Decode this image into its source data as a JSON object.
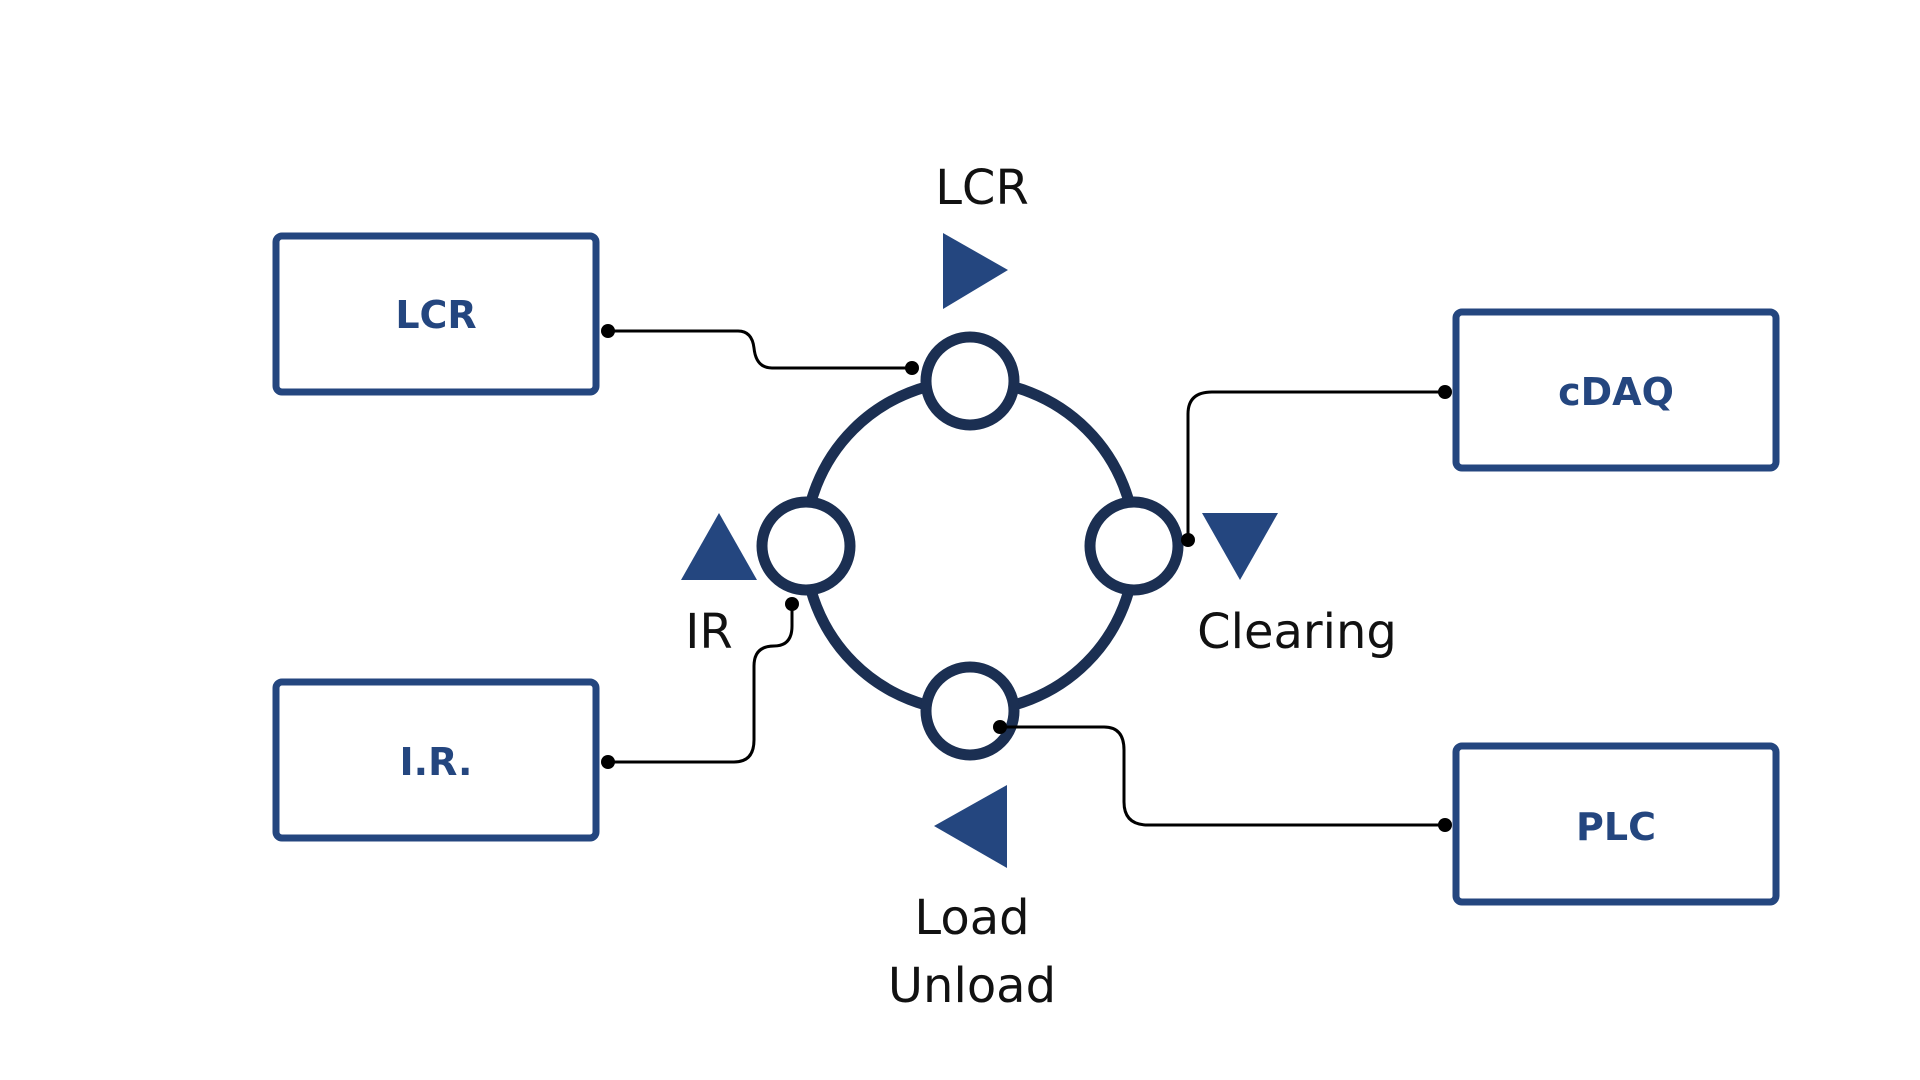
{
  "colors": {
    "box_border": "#24467f",
    "box_text": "#24467f",
    "ring": "#1b2f52",
    "arrow": "#24467f",
    "wire": "#000000",
    "label": "#111111"
  },
  "devices": {
    "lcr": "LCR",
    "ir": "I.R.",
    "cdaq": "cDAQ",
    "plc": "PLC"
  },
  "stations": {
    "top": "LCR",
    "left": "IR",
    "right": "Clearing",
    "bottom_line1": "Load",
    "bottom_line2": "Unload"
  },
  "icons": {
    "top": "triangle-right-icon",
    "left": "triangle-up-icon",
    "right": "triangle-down-icon",
    "bottom": "triangle-left-icon"
  }
}
